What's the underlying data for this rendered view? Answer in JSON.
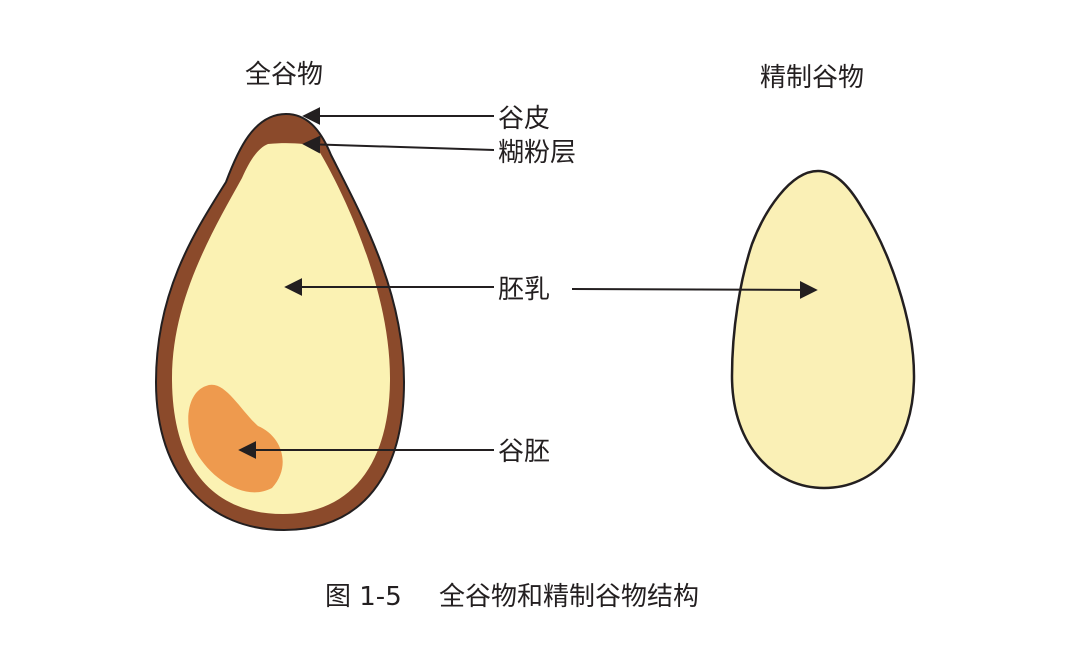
{
  "titles": {
    "whole_grain": "全谷物",
    "refined_grain": "精制谷物"
  },
  "labels": {
    "bran": "谷皮",
    "aleurone": "糊粉层",
    "endosperm": "胚乳",
    "germ": "谷胚"
  },
  "caption": {
    "number": "图 1-5",
    "text": "全谷物和精制谷物结构"
  },
  "colors": {
    "bran": "#8b4a2b",
    "endosperm": "#fbf2b3",
    "refined_endosperm": "#faf0b6",
    "germ": "#ee9a4e",
    "outline": "#231f20",
    "text": "#231f20"
  }
}
